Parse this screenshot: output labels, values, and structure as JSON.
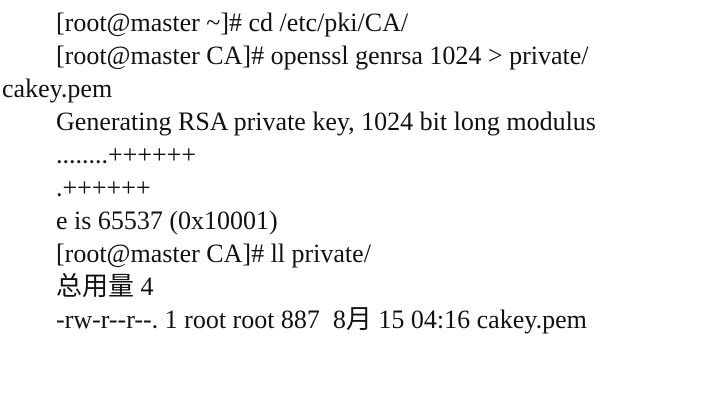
{
  "page": {
    "background": "#ffffff",
    "text_color": "#111111"
  },
  "terminal": {
    "lines": [
      {
        "text": "[root@master ~]# cd /etc/pki/CA/",
        "indent": true
      },
      {
        "text": "[root@master CA]# openssl genrsa 1024 > private/",
        "indent": true
      },
      {
        "text": "cakey.pem",
        "indent": false
      },
      {
        "text": "Generating RSA private key, 1024 bit long modulus",
        "indent": true
      },
      {
        "text": "........++++++",
        "indent": true
      },
      {
        "text": ".++++++",
        "indent": true
      },
      {
        "text": "e is 65537 (0x10001)",
        "indent": true
      },
      {
        "text": "[root@master CA]# ll private/",
        "indent": true
      },
      {
        "text": "总用量 4",
        "indent": true
      },
      {
        "text": "-rw-r--r--. 1 root root 887  8月 15 04:16 cakey.pem",
        "indent": true
      }
    ]
  }
}
